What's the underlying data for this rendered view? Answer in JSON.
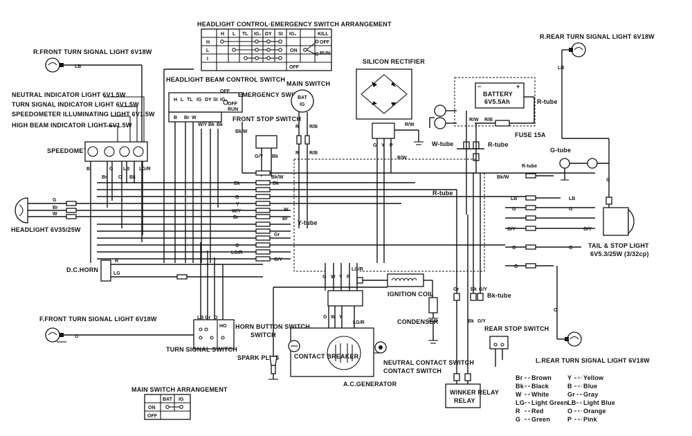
{
  "titles": {
    "headlight_control": "HEADLIGHT CONTROL·EMERGENCY SWITCH ARRANGEMENT",
    "beam_control": "HEADLIGHT BEAM CONTROL SWITCH",
    "main_switch_arr": "MAIN SWITCH ARRANGEMENT"
  },
  "hc_table": {
    "cols": [
      "H",
      "L",
      "TL",
      "IG₁",
      "DY",
      "SI",
      "IG₂",
      "KILL"
    ],
    "rows": [
      "H",
      "L",
      "I",
      "OFF"
    ],
    "on": "ON",
    "off": "OFF",
    "kill_off": "OFF",
    "kill_run": "RUN"
  },
  "ms_table": {
    "cols": [
      "BAT",
      "IG"
    ],
    "rows": [
      "ON",
      "OFF"
    ]
  },
  "components": {
    "r_front_turn": "R.FRONT TURN SIGNAL LIGHT 6V18W",
    "r_rear_turn": "R.REAR TURN SIGNAL LIGHT 6V18W",
    "neutral_ind": "NEUTRAL INDICATOR LIGHT 6V1.5W",
    "turn_ind": "TURN SIGNAL INDICATOR LIGHT 6V1.5W",
    "speedo_illum": "SPEEDOMETER ILLUMINATING LIGHT 6V1.5W",
    "high_beam_ind": "HIGH BEAM INDICATOR LIGHT 6V1.5W",
    "speedometer": "SPEEDOMETER",
    "headlight": "HEADLIGHT 6V35/25W",
    "dc_horn": "D.C.HORN",
    "f_front_turn": "F.FRONT TURN SIGNAL LIGHT 6V18W",
    "turn_switch": "TURN SIGNAL SWITCH",
    "horn_button": "HORN BUTTON SWITCH",
    "emergency": "EMERGENCY SWITCH",
    "main_switch": "MAIN SWITCH",
    "front_stop": "FRONT STOP SWITCH",
    "rectifier": "SILICON RECTIFIER",
    "battery": "BATTERY",
    "battery_spec": "6V5.5Ah",
    "fuse": "FUSE 15A",
    "ignition_coil": "IGNITION COIL",
    "condenser": "CONDENSER",
    "spark_plug": "SPARK PLUG",
    "contact_breaker": "CONTACT BREAKER",
    "ac_generator": "A.C.GENERATOR",
    "neutral_contact": "NEUTRAL CONTACT SWITCH",
    "rear_stop": "REAR STOP SWITCH",
    "winker_relay": "WINKER RELAY",
    "tail_stop": "TAIL & STOP LIGHT",
    "tail_stop_spec": "6V5.3/25W (3/32cp)",
    "l_rear_turn": "L.REAR TURN SIGNAL LIGHT 6V18W"
  },
  "tubes": {
    "r_tube_1": "R-tube",
    "r_tube_2": "R-tube",
    "r_tube_3": "R-tube",
    "w_tube": "W-tube",
    "y_tube": "Y-tube",
    "g_tube": "G-tube",
    "bk_tube": "Bk-tube"
  },
  "wires": {
    "hbc_top": [
      "H",
      "L",
      "TL",
      "IG",
      "DY",
      "SI"
    ],
    "hbc_bot": [
      "B",
      "Br",
      "W",
      "W/Y",
      "Bk",
      "Bk"
    ],
    "bus": [
      "Bk",
      "Bk/W",
      "Bk",
      "G",
      "Y",
      "W/Y",
      "Br",
      "W",
      "Br",
      "Gr",
      "O",
      "LG/R",
      "G/Y"
    ],
    "right": [
      "Bk/W",
      "LB",
      "G",
      "G/Y",
      "O",
      "G",
      "LB",
      "O",
      "G/Y"
    ],
    "speedo": [
      "B",
      "Br",
      "G",
      "O",
      "LB",
      "Bk",
      "LG/R"
    ],
    "main_sw": [
      "R",
      "R/B"
    ],
    "front_stop": [
      "G/Y",
      "Bk"
    ],
    "rect": [
      "G",
      "Y",
      "P",
      "R/W",
      "R/W",
      "R/B"
    ],
    "gen": [
      "G",
      "W",
      "Y",
      "P",
      "LG/R"
    ],
    "gen_bot": [
      "G",
      "W",
      "Y",
      "LG/R"
    ],
    "ign": [
      "W",
      "Bk",
      "Gr",
      "G/Y"
    ],
    "turn_sw": [
      "LB",
      "Gr",
      "O"
    ],
    "misc": [
      "LB",
      "LG",
      "O",
      "R",
      "G",
      "W",
      "LB"
    ]
  },
  "labels": {
    "bat": "BAT",
    "ig": "IG",
    "ig2": "IG₂",
    "off": "OFF",
    "run": "RUN",
    "ho": "HO"
  },
  "legend": {
    "left": [
      {
        "code": "Br",
        "name": "Brown"
      },
      {
        "code": "Bk",
        "name": "Black"
      },
      {
        "code": "W",
        "name": "White"
      },
      {
        "code": "LG",
        "name": "Light Green"
      },
      {
        "code": "R",
        "name": "Red"
      },
      {
        "code": "G",
        "name": "Green"
      }
    ],
    "right": [
      {
        "code": "Y",
        "name": "Yellow"
      },
      {
        "code": "B",
        "name": "Blue"
      },
      {
        "code": "Gr",
        "name": "Gray"
      },
      {
        "code": "LB",
        "name": "Light Blue"
      },
      {
        "code": "O",
        "name": "Orange"
      },
      {
        "code": "P",
        "name": "Pink"
      }
    ]
  }
}
